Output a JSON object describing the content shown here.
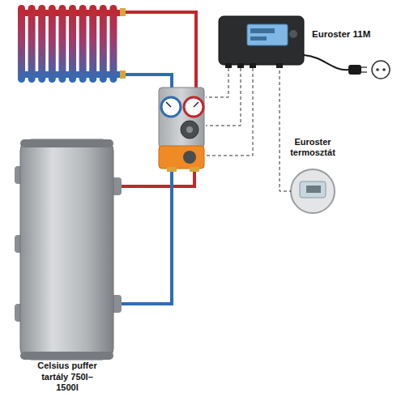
{
  "diagram": {
    "nodes": [
      {
        "text": [
          "Celsius puffer tartály 750l–1500l"
        ]
      },
      {
        "text": [
          "Euroster 11M"
        ]
      },
      {
        "text": [
          "Euroster termosztát"
        ]
      }
    ],
    "edges": [
      {
        "from": 1,
        "to": 2,
        "arrow": "none"
      }
    ]
  }
}
